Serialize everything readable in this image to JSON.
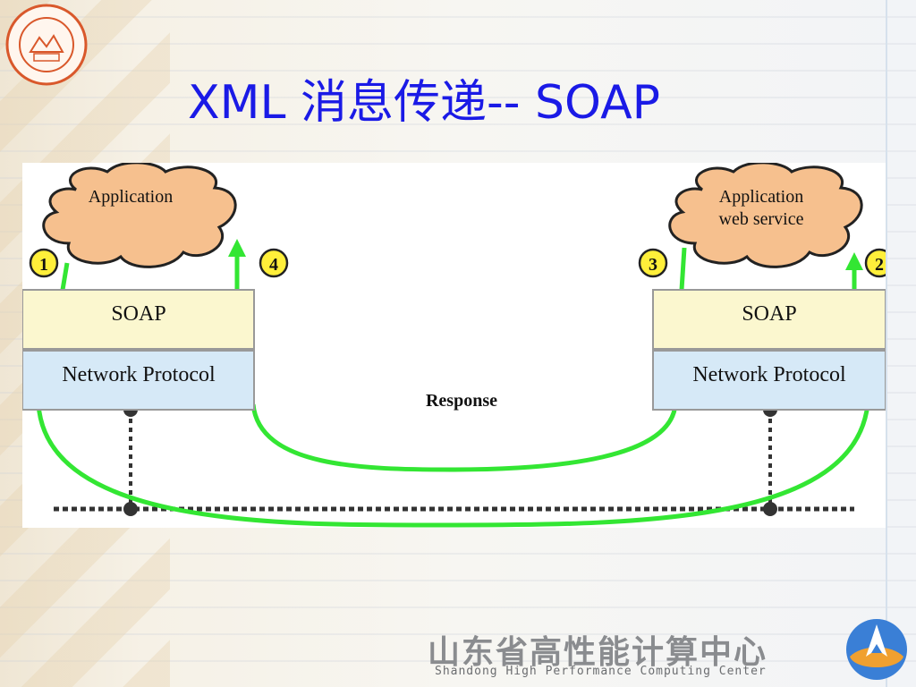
{
  "slide": {
    "title": "XML 消息传递-- SOAP"
  },
  "diagram": {
    "left_node": {
      "cloud_label": "Application",
      "soap_label": "SOAP",
      "network_label": "Network Protocol"
    },
    "right_node": {
      "cloud_label_line1": "Application",
      "cloud_label_line2": "web service",
      "soap_label": "SOAP",
      "network_label": "Network Protocol"
    },
    "steps": [
      "1",
      "2",
      "3",
      "4"
    ],
    "response_label": "Response",
    "colors": {
      "cloud": "#f6c08e",
      "soap_box": "#fbf7cf",
      "network_box": "#d6e9f7",
      "arrow": "#33e633",
      "step_badge": "#ffef3a",
      "dotted_line": "#333333"
    }
  },
  "footer": {
    "chinese": "山东省高性能计算中心",
    "english": "Shandong High Performance Computing Center"
  }
}
